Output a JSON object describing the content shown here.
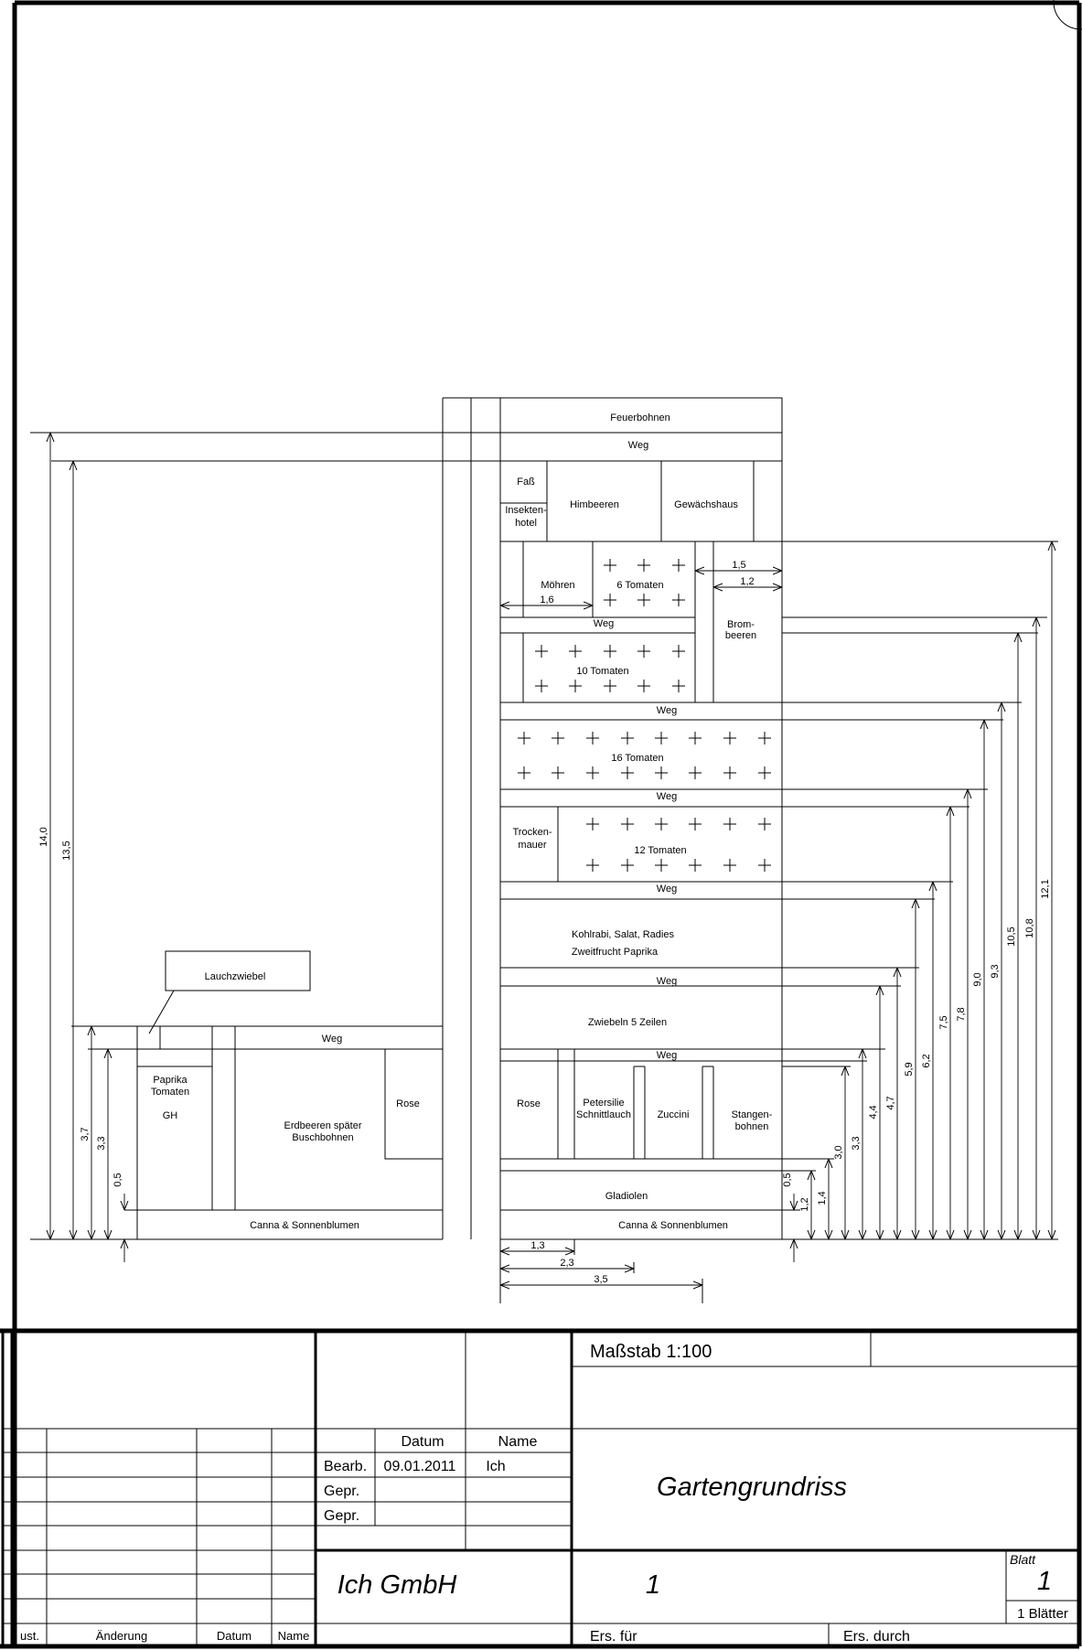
{
  "plan": {
    "beds": {
      "feuerbohnen": "Feuerbohnen",
      "weg_top1": "Weg",
      "fass": "Faß",
      "insektenhotel": "Insekten- hotel",
      "himbeeren": "Himbeeren",
      "gewaechshaus": "Gewächshaus",
      "moehren": "Möhren",
      "tomaten6": "6 Tomaten",
      "weg_a": "Weg",
      "brombeeren": "Brom- beeren",
      "tomaten10": "10 Tomaten",
      "weg_b": "Weg",
      "tomaten16": "16 Tomaten",
      "weg_c": "Weg",
      "trockenmauer": "Trocken- mauer",
      "tomaten12": "12 Tomaten",
      "weg_d": "Weg",
      "kohlrabi": "Kohlrabi, Salat, Radies",
      "zweitfrucht": "Zweitfrucht Paprika",
      "weg_e": "Weg",
      "zwiebeln": "Zwiebeln 5 Zeilen",
      "weg_f": "Weg",
      "rose_right": "Rose",
      "petersilie": "Petersilie Schnittlauch",
      "zuccini": "Zuccini",
      "stangenbohnen": "Stangen- bohnen",
      "gladiolen": "Gladiolen",
      "canna_right": "Canna & Sonnenblumen",
      "lauchzwiebel": "Lauchzwiebel",
      "weg_left": "Weg",
      "paprika": "Paprika Tomaten",
      "gh": "GH",
      "erdbeeren": "Erdbeeren später Buschbohnen",
      "rose_left": "Rose",
      "canna_left": "Canna & Sonnenblumen"
    },
    "dims_left": [
      "14,0",
      "13,5",
      "3,7",
      "3,3",
      "0,5"
    ],
    "dims_right": [
      "12,1",
      "10,8",
      "10,5",
      "9,3",
      "9,0",
      "7,8",
      "7,5",
      "6,2",
      "5,9",
      "4,7",
      "4,4",
      "3,3",
      "3,0",
      "1,4",
      "1,2",
      "0,5"
    ],
    "dims_bottom": [
      "1,3",
      "2,3",
      "3,5"
    ],
    "dims_top": [
      "1,5",
      "1,2",
      "1,6"
    ]
  },
  "title_block": {
    "scale": "Maßstab 1:100",
    "datum_header": "Datum",
    "name_header": "Name",
    "bearb": "Bearb.",
    "bearb_date": "09.01.2011",
    "bearb_name": "Ich",
    "gepr1": "Gepr.",
    "gepr2": "Gepr.",
    "drawing_title": "Gartengrundriss",
    "company": "Ich GmbH",
    "drawing_number": "1",
    "blatt_label": "Blatt",
    "blatt_number": "1",
    "blaetter": "1 Blätter",
    "ers_fuer": "Ers. für",
    "ers_durch": "Ers. durch",
    "rev_zust": "ust.",
    "rev_aenderung": "Änderung",
    "rev_datum": "Datum",
    "rev_name": "Name"
  }
}
